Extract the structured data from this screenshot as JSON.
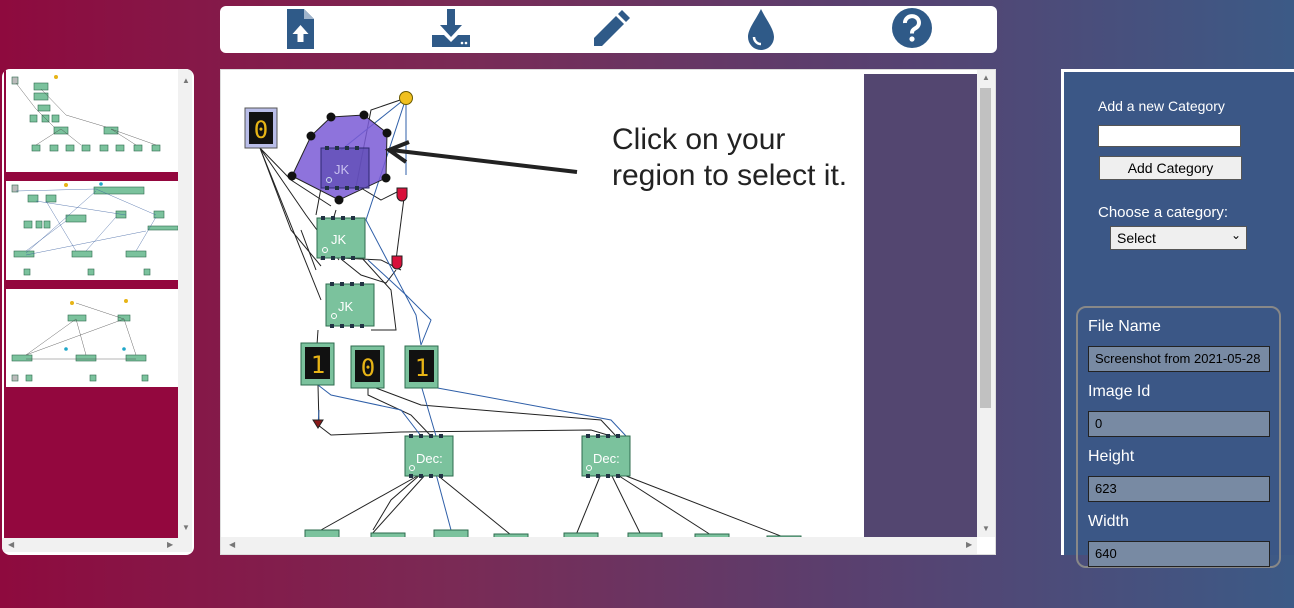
{
  "toolbar": {
    "buttons": [
      {
        "name": "upload-file-icon"
      },
      {
        "name": "download-icon"
      },
      {
        "name": "pencil-icon"
      },
      {
        "name": "droplet-icon"
      },
      {
        "name": "help-icon"
      }
    ],
    "icon_color": "#2f5a88"
  },
  "canvas": {
    "instruction": "Click on your region to select it.",
    "digits": [
      "0",
      "1",
      "0",
      "1"
    ],
    "chip_labels": [
      "JK",
      "JK",
      "JK",
      "Dec:",
      "Dec:"
    ],
    "accent_color": "#7a5bd6",
    "chip_color": "#6fb897"
  },
  "panel": {
    "add_category_label": "Add a new Category",
    "add_category_value": "",
    "add_category_button": "Add Category",
    "choose_category_label": "Choose a category:",
    "select_value": "Select",
    "file_name_label": "File Name",
    "file_name_value": "Screenshot from 2021-05-28",
    "image_id_label": "Image Id",
    "image_id_value": "0",
    "height_label": "Height",
    "height_value": "623",
    "width_label": "Width",
    "width_value": "640"
  }
}
